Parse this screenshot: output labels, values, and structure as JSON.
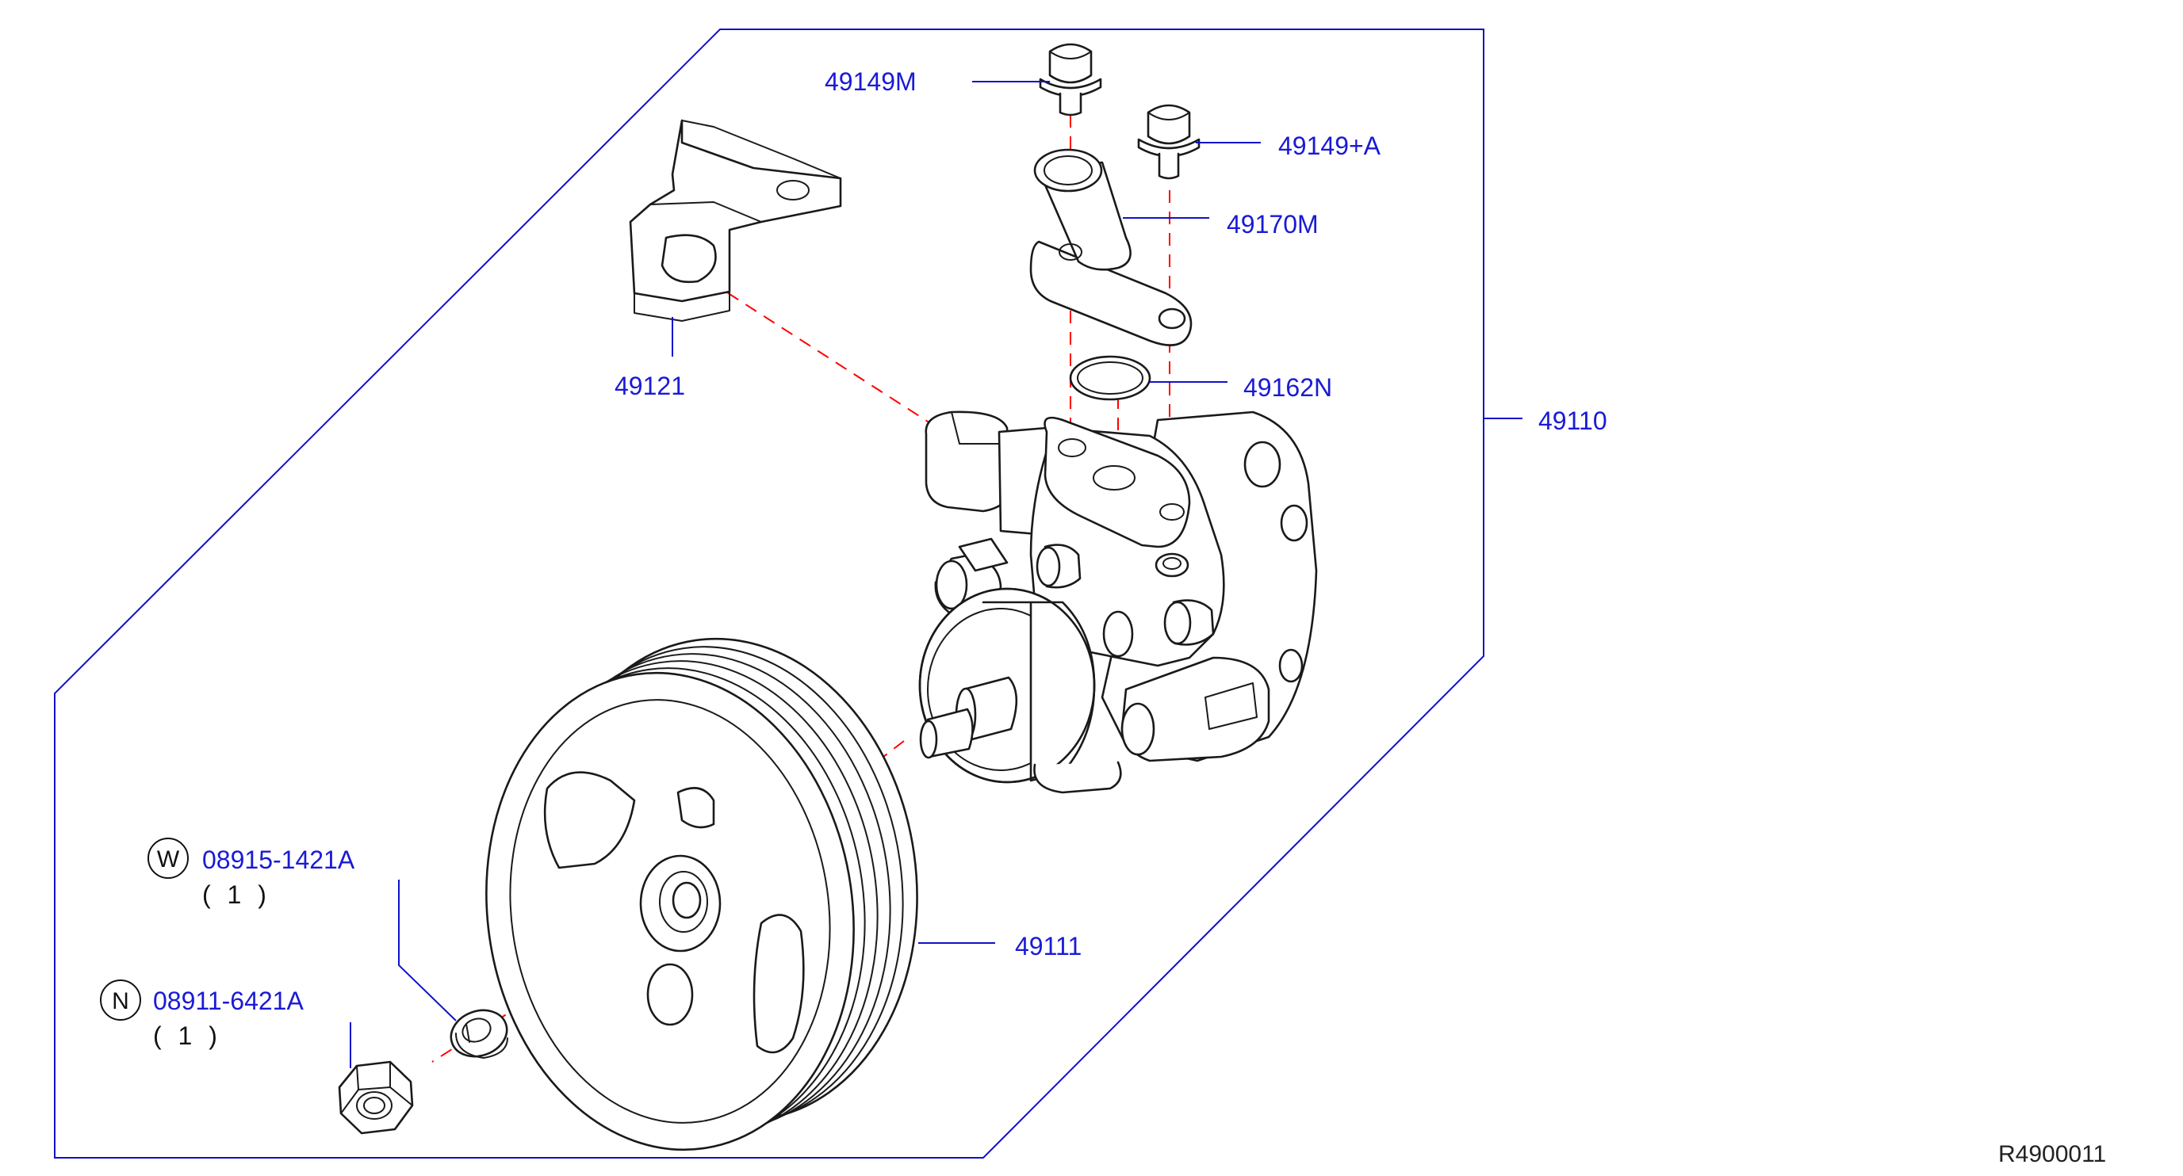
{
  "diagram": {
    "reference_code": "R4900011",
    "colors": {
      "part_number_text": "#1a1ad6",
      "leader_line": "#1111cc",
      "assembly_line": "#ff0000",
      "part_outline": "#1a1a1a",
      "background": "#ffffff"
    },
    "callouts": {
      "bolt_top": "49149M",
      "bolt_flange": "49149+A",
      "pipe_connector": "49170M",
      "bracket": "49121",
      "o_ring": "49162N",
      "pump_assembly": "49110",
      "pulley": "49111",
      "washer": {
        "symbol": "W",
        "part_number": "08915-1421A",
        "quantity": "( 1 )"
      },
      "nut": {
        "symbol": "N",
        "part_number": "08911-6421A",
        "quantity": "( 1 )"
      }
    },
    "icons": {
      "bolt": "hex-flange-bolt",
      "pipe": "suction-pipe-fitting",
      "bracket": "mounting-bracket",
      "ring": "o-ring-seal",
      "pump": "power-steering-pump",
      "pulley": "multi-groove-pulley",
      "washer": "lock-washer",
      "nut": "hex-nut"
    }
  }
}
